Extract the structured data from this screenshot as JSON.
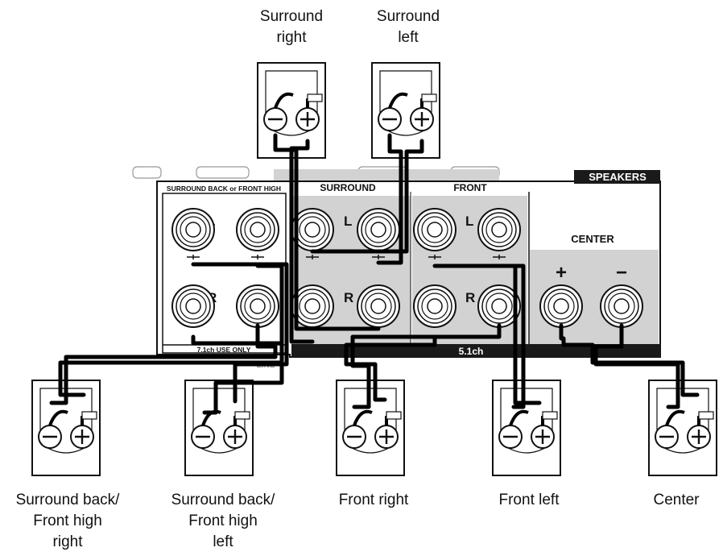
{
  "speaker_labels": {
    "surround_right": "Surround\nright",
    "surround_left": "Surround\nleft",
    "surround_back_right": "Surround back/\nFront high\nright",
    "surround_back_left": "Surround back/\nFront high\nleft",
    "front_right": "Front right",
    "front_left": "Front left",
    "center": "Center"
  },
  "panel": {
    "speakers_badge": "SPEAKERS",
    "surround_back_title": "SURROUND BACK or FRONT HIGH",
    "surround_title": "SURROUND",
    "front_title": "FRONT",
    "center_title": "CENTER",
    "seven_ch_only": "7.1ch USE ONLY",
    "five_ch": "5.1ch",
    "line": "LINE",
    "channel_l": "L",
    "channel_r": "R",
    "plus": "+",
    "minus": "−"
  },
  "colors": {
    "cable": "#000000",
    "panel_shade": "#d2d2d2",
    "panel_dark": "#1a1a1a"
  }
}
